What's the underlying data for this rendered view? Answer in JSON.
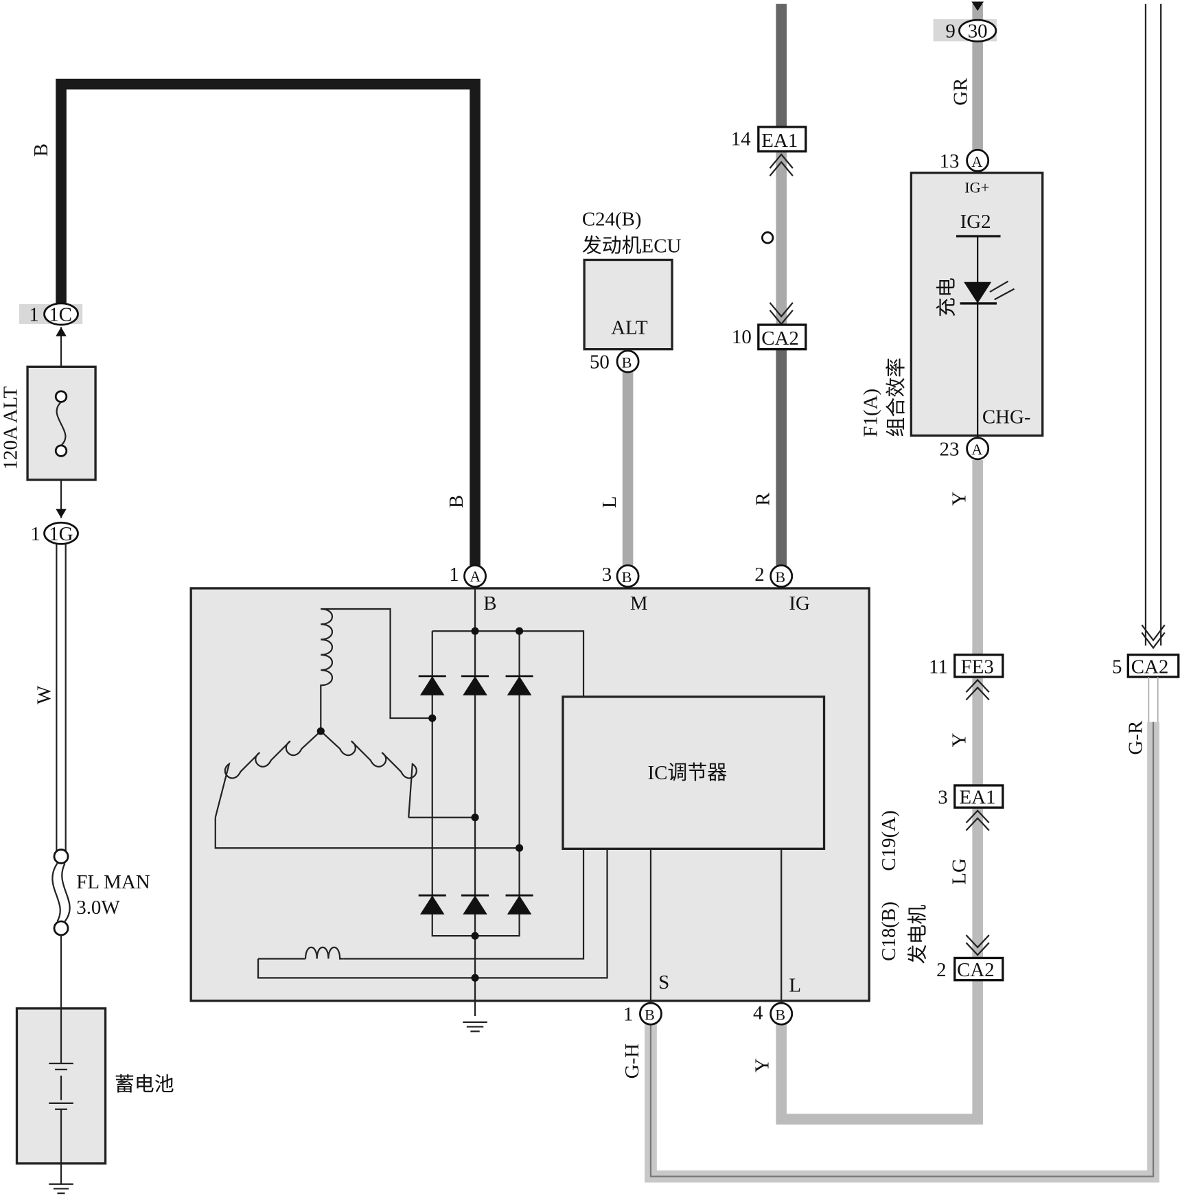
{
  "colors": {
    "black_wire": "#1a1a1a",
    "dark_wire": "#666666",
    "light_wire": "#aaaaaa",
    "box_fill": "#e6e6e6"
  },
  "wires": {
    "b_top": "B",
    "b_gen": "B",
    "l": "L",
    "r": "R",
    "gr": "GR",
    "y_meter": "Y",
    "y_mid": "Y",
    "lg": "LG",
    "w": "W",
    "gh": "G-H",
    "y_bottom": "Y",
    "gr2": "G-R"
  },
  "connectors": {
    "c1c": {
      "pin": "1",
      "id": "1C"
    },
    "c1g": {
      "pin": "1",
      "id": "1G"
    },
    "gen_b": {
      "pin": "1",
      "id": "A"
    },
    "gen_m": {
      "pin": "3",
      "id": "B"
    },
    "gen_ig": {
      "pin": "2",
      "id": "B"
    },
    "ecu_alt": {
      "pin": "50",
      "id": "B"
    },
    "ea1_top": {
      "pin": "14",
      "id": "EA1"
    },
    "ca2_top": {
      "pin": "10",
      "id": "CA2"
    },
    "c30": {
      "pin": "9",
      "id": "30"
    },
    "meter_in": {
      "pin": "13",
      "id": "A"
    },
    "meter_out": {
      "pin": "23",
      "id": "A"
    },
    "fe3": {
      "pin": "11",
      "id": "FE3"
    },
    "ea1_mid": {
      "pin": "3",
      "id": "EA1"
    },
    "ca2_mid": {
      "pin": "2",
      "id": "CA2"
    },
    "ca2_right": {
      "pin": "5",
      "id": "CA2"
    },
    "gen_s": {
      "pin": "1",
      "id": "B"
    },
    "gen_l": {
      "pin": "4",
      "id": "B"
    }
  },
  "fuse_alt": "120A ALT",
  "fusible": {
    "line1": "FL MAN",
    "line2": "3.0W"
  },
  "battery": "蓄电池",
  "ecu": {
    "code": "C24(B)",
    "name": "发动机ECU",
    "terminal": "ALT"
  },
  "meter": {
    "ig_plus": "IG+",
    "ig2": "IG2",
    "lamp": "充电",
    "chg": "CHG-",
    "code": "F1(A)",
    "name": "组合效率"
  },
  "generator": {
    "b": "B",
    "m": "M",
    "ig": "IG",
    "s": "S",
    "l": "L",
    "regulator": "IC调节器",
    "code1": "C19(A)",
    "code2": "C18(B)",
    "name": "发电机"
  }
}
